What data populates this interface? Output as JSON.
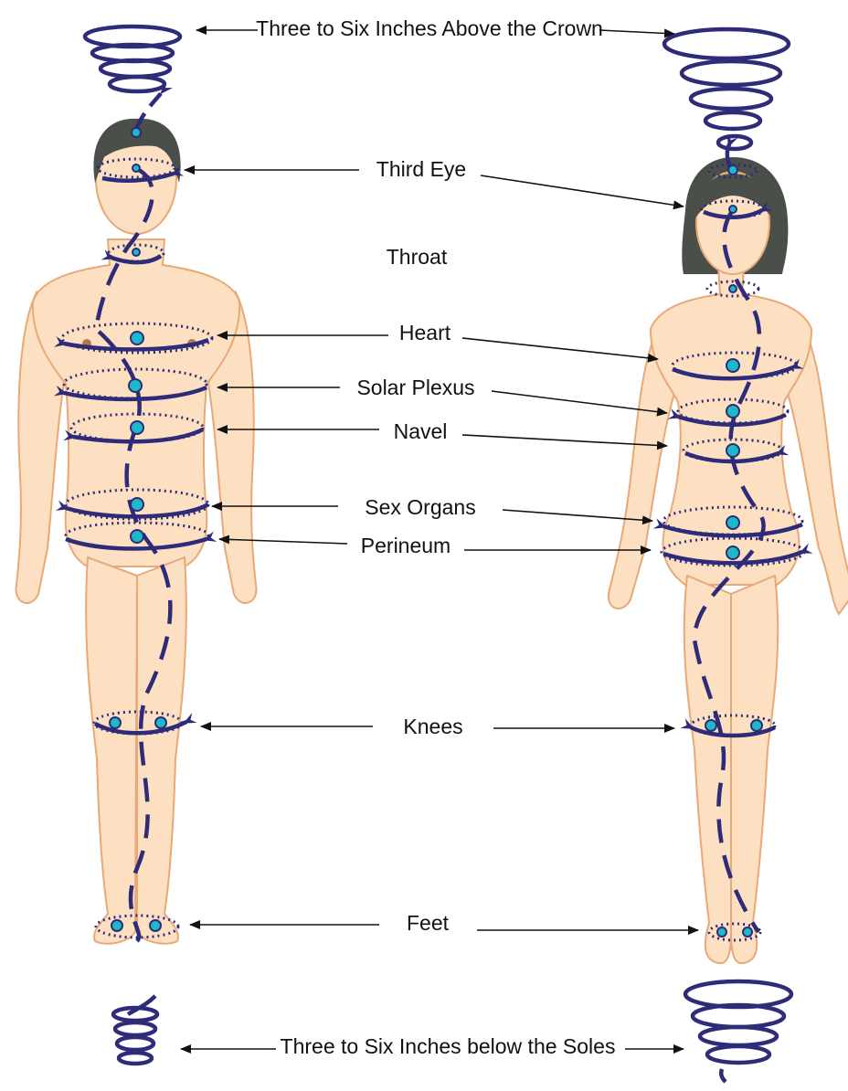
{
  "labels": {
    "crown": "Three to Six Inches Above the Crown",
    "third_eye": "Third Eye",
    "throat": "Throat",
    "heart": "Heart",
    "solar_plexus": "Solar Plexus",
    "navel": "Navel",
    "sex_organs": "Sex Organs",
    "perineum": "Perineum",
    "knees": "Knees",
    "feet": "Feet",
    "soles": "Three to Six Inches below the Soles"
  },
  "colors": {
    "skin": "#fde0c2",
    "skin_outline": "#e8a878",
    "hair": "#4a4f4a",
    "energy_line": "#2e2c78",
    "chakra_point": "#1fb8c8",
    "arrow": "#111111"
  }
}
